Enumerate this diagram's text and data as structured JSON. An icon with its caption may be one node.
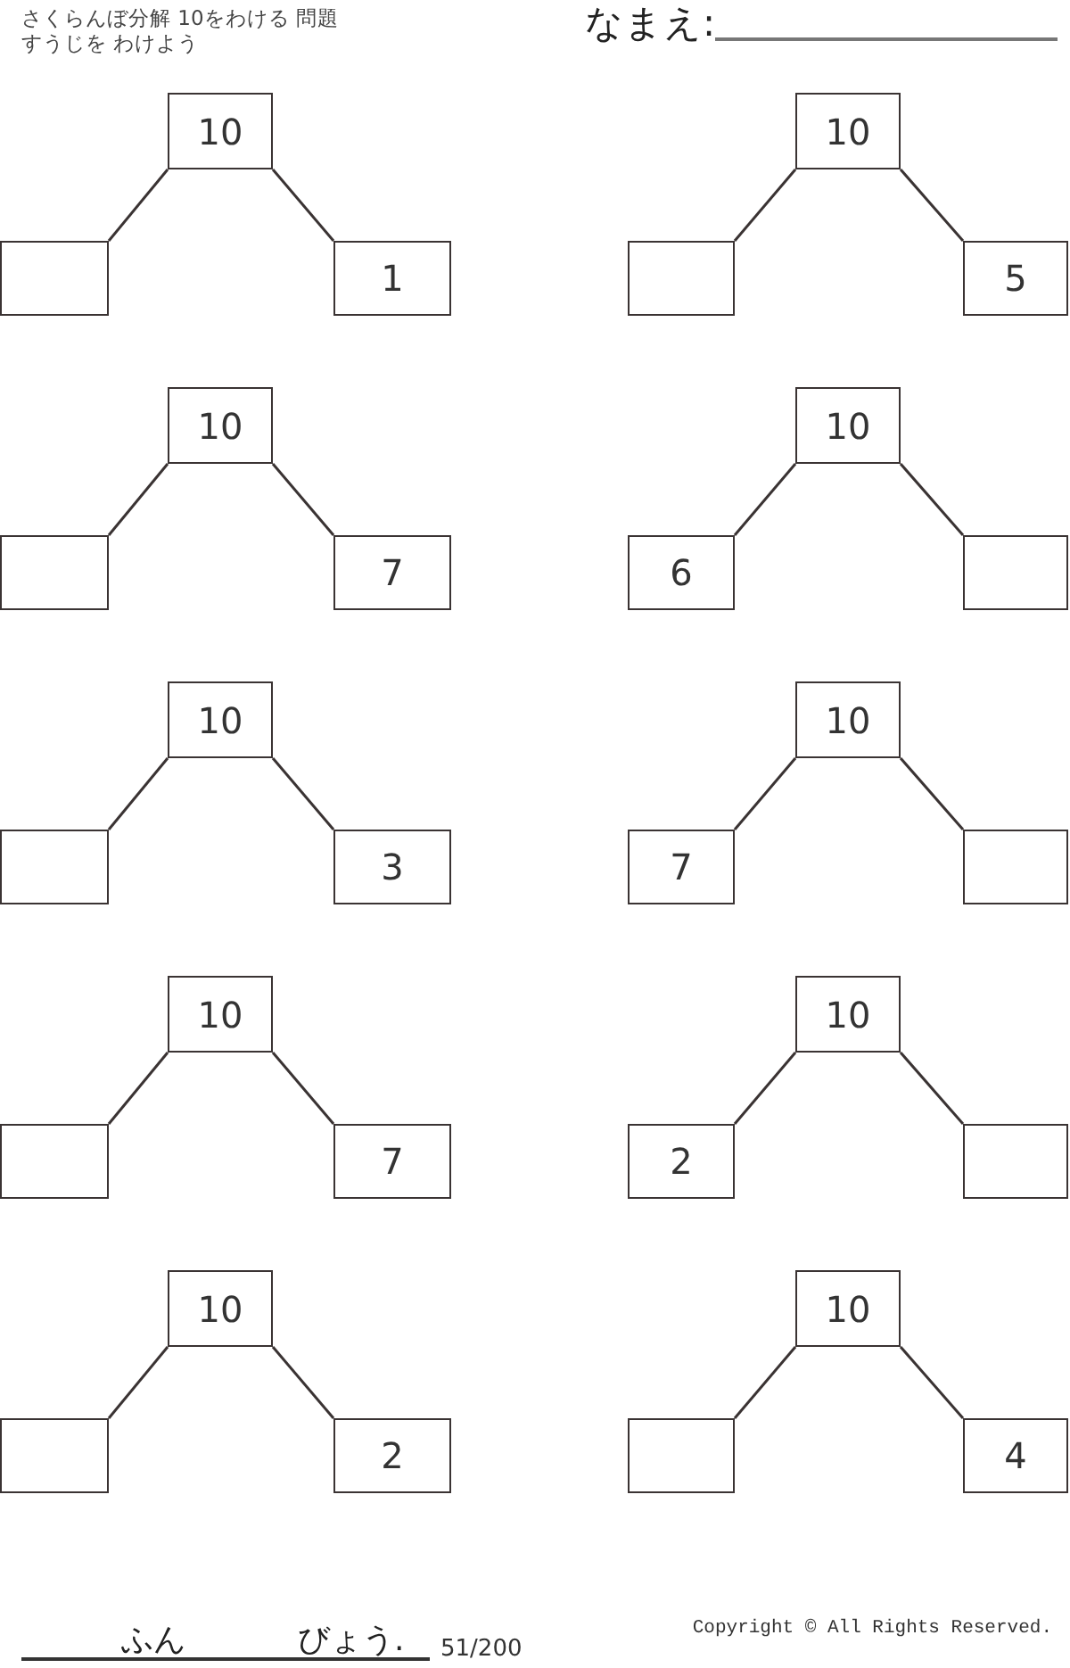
{
  "diagram": {
    "title": "さくらんぼ分解 10をわける 問題",
    "nodes": [
      {
        "text": [
          "10"
        ]
      },
      {
        "text": [],
        "shape": "box"
      },
      {
        "text": [
          "1"
        ]
      },
      {
        "text": [
          "10"
        ]
      },
      {
        "text": [],
        "shape": "box"
      },
      {
        "text": [
          "5"
        ]
      },
      {
        "text": [
          "10"
        ]
      },
      {
        "text": [],
        "shape": "box"
      },
      {
        "text": [
          "7"
        ]
      },
      {
        "text": [
          "10"
        ]
      },
      {
        "text": [
          "6"
        ]
      },
      {
        "text": [],
        "shape": "box"
      },
      {
        "text": [
          "10"
        ]
      },
      {
        "text": [],
        "shape": "box"
      },
      {
        "text": [
          "3"
        ]
      },
      {
        "text": [
          "10"
        ]
      },
      {
        "text": [
          "7"
        ]
      },
      {
        "text": [],
        "shape": "box"
      },
      {
        "text": [
          "10"
        ]
      },
      {
        "text": [],
        "shape": "box"
      },
      {
        "text": [
          "7"
        ]
      },
      {
        "text": [
          "10"
        ]
      },
      {
        "text": [
          "2"
        ]
      },
      {
        "text": [],
        "shape": "box"
      },
      {
        "text": [
          "10"
        ]
      },
      {
        "text": [],
        "shape": "box"
      },
      {
        "text": [
          "2"
        ]
      },
      {
        "text": [
          "10"
        ]
      },
      {
        "text": [],
        "shape": "box"
      },
      {
        "text": [
          "4"
        ]
      }
    ],
    "edges": [
      {
        "from": 0,
        "to": 1,
        "arrow": "none"
      },
      {
        "from": 0,
        "to": 2,
        "arrow": "none"
      },
      {
        "from": 3,
        "to": 4,
        "arrow": "none"
      },
      {
        "from": 3,
        "to": 5,
        "arrow": "none"
      },
      {
        "from": 6,
        "to": 7,
        "arrow": "none"
      },
      {
        "from": 6,
        "to": 8,
        "arrow": "none"
      },
      {
        "from": 9,
        "to": 10,
        "arrow": "none"
      },
      {
        "from": 9,
        "to": 11,
        "arrow": "none"
      },
      {
        "from": 12,
        "to": 13,
        "arrow": "none"
      },
      {
        "from": 12,
        "to": 14,
        "arrow": "none"
      },
      {
        "from": 15,
        "to": 16,
        "arrow": "none"
      },
      {
        "from": 15,
        "to": 17,
        "arrow": "none"
      },
      {
        "from": 18,
        "to": 19,
        "arrow": "none"
      },
      {
        "from": 18,
        "to": 20,
        "arrow": "none"
      },
      {
        "from": 21,
        "to": 22,
        "arrow": "none"
      },
      {
        "from": 21,
        "to": 23,
        "arrow": "none"
      },
      {
        "from": 24,
        "to": 25,
        "arrow": "none"
      },
      {
        "from": 24,
        "to": 26,
        "arrow": "none"
      },
      {
        "from": 27,
        "to": 28,
        "arrow": "none"
      },
      {
        "from": 27,
        "to": 29,
        "arrow": "none"
      }
    ],
    "labels": [
      "すうじを わけよう",
      "なまえ:",
      "ふん",
      "びょう.",
      "51/200",
      "Copyright © All Rights Reserved."
    ]
  }
}
